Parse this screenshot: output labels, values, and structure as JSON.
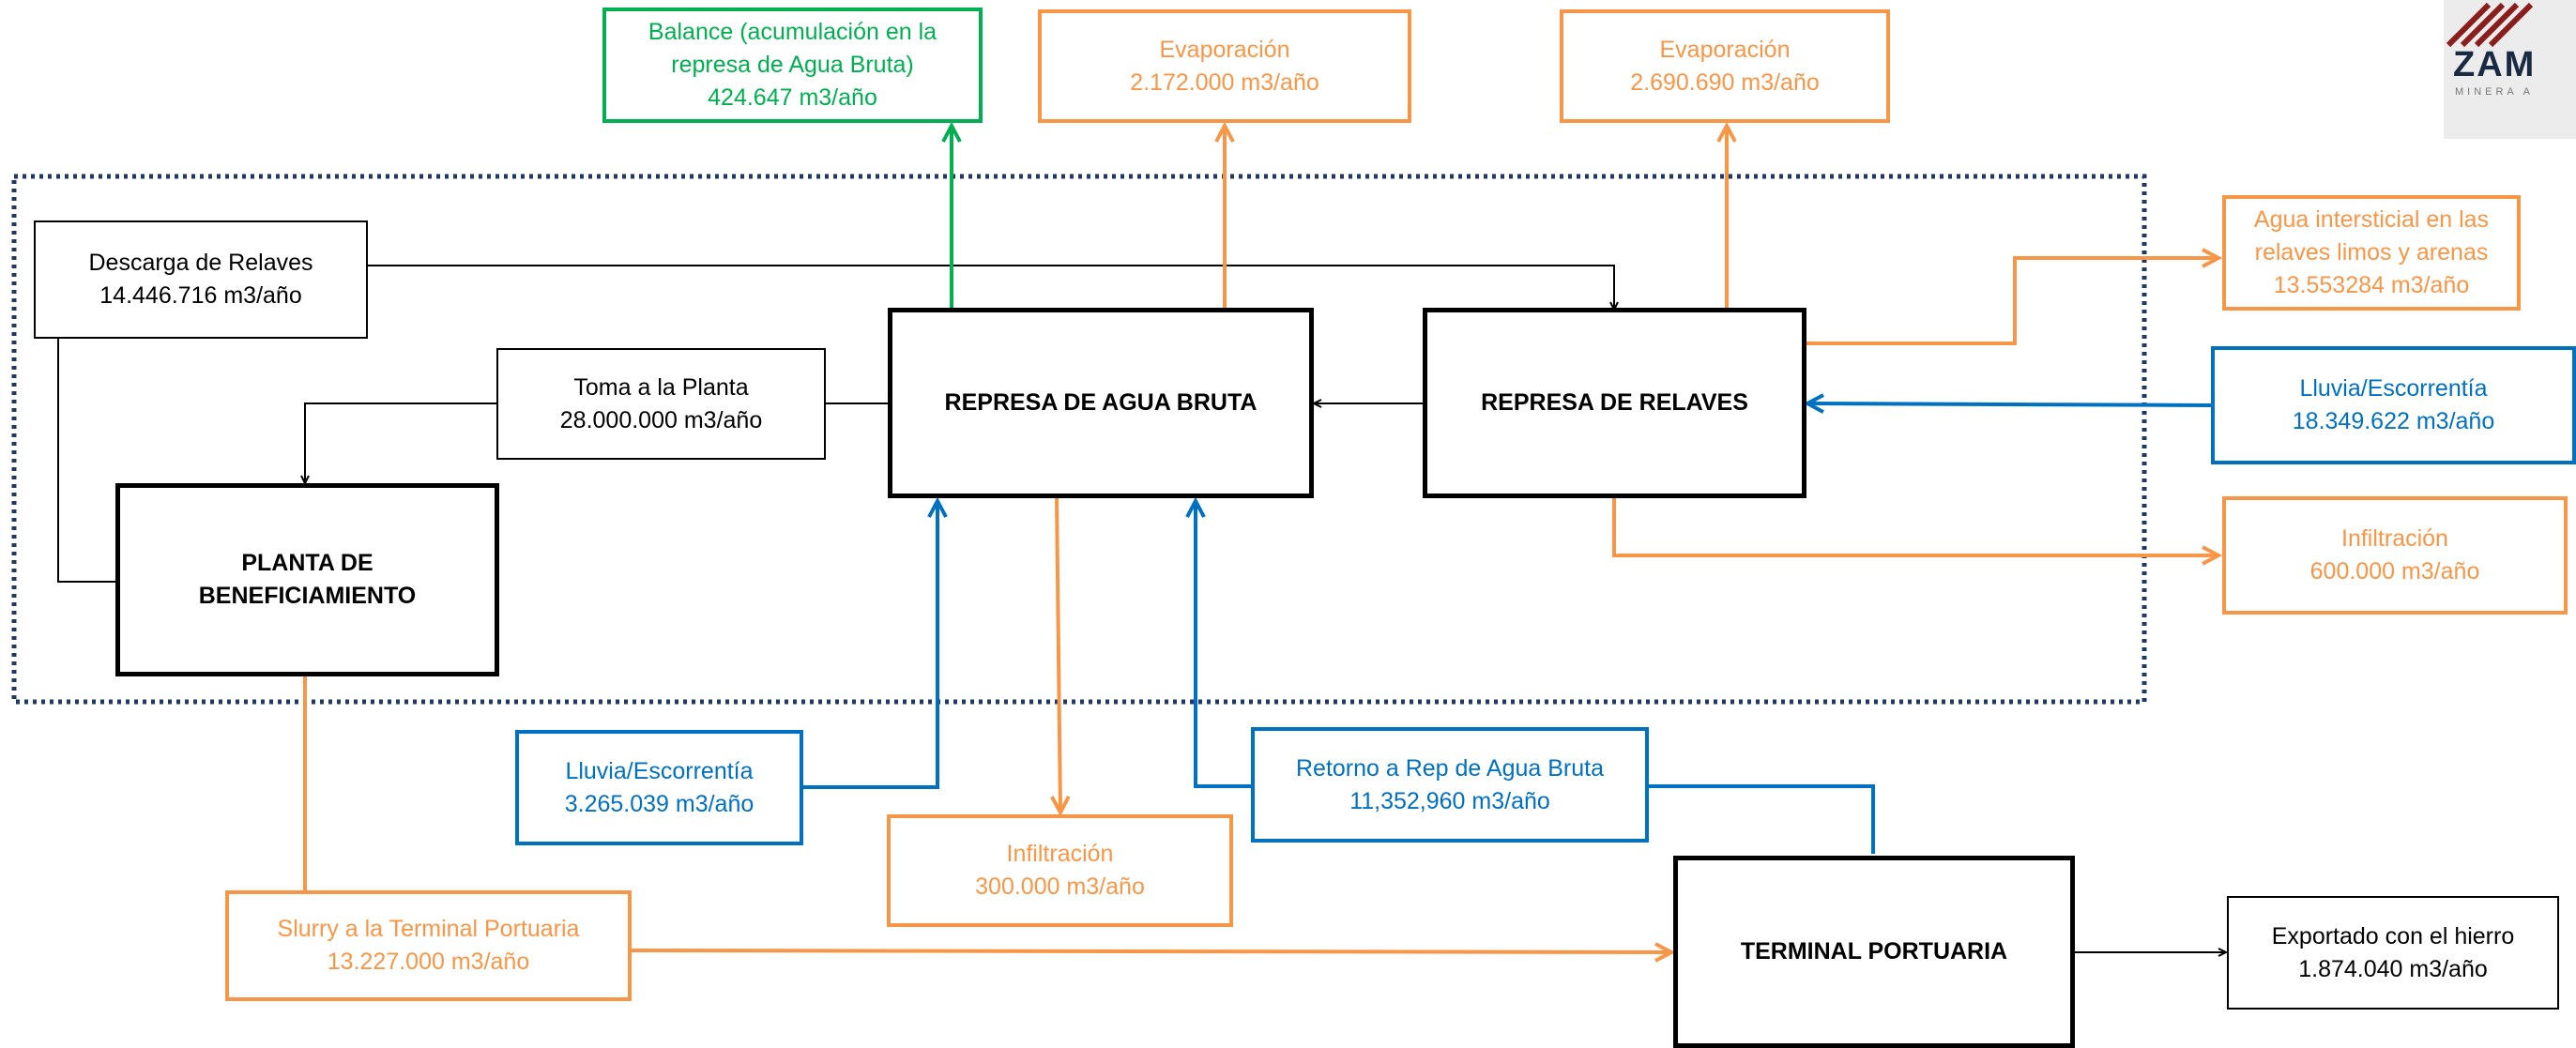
{
  "nodes": {
    "balance": {
      "line1": "Balance (acumulación en la",
      "line2": "represa de Agua Bruta)",
      "line3": "424.647 m3/año"
    },
    "evap_agua_bruta": {
      "line1": "Evaporación",
      "line2": "2.172.000 m3/año"
    },
    "evap_relaves": {
      "line1": "Evaporación",
      "line2": "2.690.690 m3/año"
    },
    "agua_intersticial": {
      "line1": "Agua intersticial en las",
      "line2": "relaves limos y arenas",
      "line3": "13.553284 m3/año"
    },
    "descarga_relaves": {
      "line1": "Descarga de Relaves",
      "line2": "14.446.716 m3/año"
    },
    "toma_planta": {
      "line1": "Toma a la Planta",
      "line2": "28.000.000 m3/año"
    },
    "represa_agua_bruta": {
      "label": "REPRESA DE AGUA BRUTA"
    },
    "represa_relaves": {
      "label": "REPRESA DE RELAVES"
    },
    "lluvia_relaves": {
      "line1": "Lluvia/Escorrentía",
      "line2": "18.349.622 m3/año"
    },
    "infiltracion_relaves": {
      "line1": "Infiltración",
      "line2": "600.000 m3/año"
    },
    "planta": {
      "line1": "PLANTA DE",
      "line2": "BENEFICIAMIENTO"
    },
    "lluvia_agua_bruta": {
      "line1": "Lluvia/Escorrentía",
      "line2": "3.265.039 m3/año"
    },
    "retorno": {
      "line1": "Retorno a Rep de Agua Bruta",
      "line2": "11,352,960 m3/año"
    },
    "infiltracion_agua_bruta": {
      "line1": "Infiltración",
      "line2": "300.000 m3/año"
    },
    "slurry": {
      "line1": "Slurry a la Terminal Portuaria",
      "line2": "13.227.000 m3/año"
    },
    "terminal": {
      "label": "TERMINAL PORTUARIA"
    },
    "exportado": {
      "line1": "Exportado con el hierro",
      "line2": "1.874.040 m3/año"
    }
  },
  "logo": {
    "text": "ZAM",
    "subtext": "MINERA A"
  },
  "colors": {
    "orange": "#F79646",
    "blue": "#0070C0",
    "green": "#00B050",
    "black": "#000000",
    "boundary": "#1F3864"
  }
}
